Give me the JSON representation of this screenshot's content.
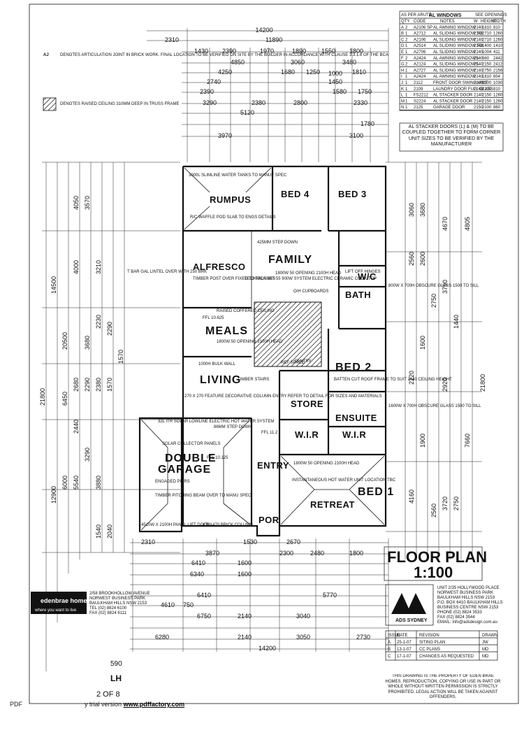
{
  "drawing": {
    "title": "FLOOR PLAN",
    "scale": "1:100",
    "overall_width": "14200",
    "overall_depth": "21800",
    "overall_depth_right": "21800",
    "page_label": "2 OF 8",
    "designer_initials": "LH",
    "ref_number": "590"
  },
  "rooms": [
    {
      "id": "rumpus",
      "label": "RUMPUS"
    },
    {
      "id": "bed4",
      "label": "BED 4"
    },
    {
      "id": "bed3",
      "label": "BED 3"
    },
    {
      "id": "family",
      "label": "FAMILY"
    },
    {
      "id": "alfresco",
      "label": "ALFRESCO"
    },
    {
      "id": "meals",
      "label": "MEALS"
    },
    {
      "id": "living",
      "label": "LIVING"
    },
    {
      "id": "bed2",
      "label": "BED 2"
    },
    {
      "id": "store",
      "label": "STORE"
    },
    {
      "id": "garage1",
      "label": "DOUBLE"
    },
    {
      "id": "garage2",
      "label": "GARAGE"
    },
    {
      "id": "entry",
      "label": "ENTRY"
    },
    {
      "id": "retreat",
      "label": "RETREAT"
    },
    {
      "id": "bed1",
      "label": "BED 1"
    },
    {
      "id": "bath",
      "label": "BATH"
    },
    {
      "id": "ensuite",
      "label": "ENSUITE"
    },
    {
      "id": "wc",
      "label": "W/C"
    },
    {
      "id": "wir1",
      "label": "W.I.R"
    },
    {
      "id": "wir2",
      "label": "W.I.R"
    },
    {
      "id": "pantry",
      "label": "PANTRY"
    },
    {
      "id": "por",
      "label": "POR"
    }
  ],
  "notes": {
    "articulation": "DENOTES ARTICULATION JOINT IN BRICK WORK. FINAL LOCATION TO BE VERIFIED ON SITE BY THE BUILDER IN ACCORDANCE WITH CLAUSE 3.3.1.8 OF THE BCA",
    "raised_ceiling": "DENOTES RAISED CEILING 310MM DEEP IN TRUSS FRAME",
    "water_tanks": "3000L SLIMLINE WATER TANKS TO MANUF SPEC",
    "waffle_slab": "R/C WAFFLE POD SLAB TO ENGS DETAILS",
    "step_down": "425MM STEP DOWN",
    "technica": "TECHNICA 9HT 55 900W SYSTEM ELECTRIC CERAMIC COOK TOP",
    "opening_family": "1800W 50 OPENING 2100H HEAD",
    "lift_off": "LIFT OFF HINGES",
    "cupboards": "O/H CUPBOARDS",
    "t_bar": "T BAR GAL LINTEL OVER WITH 250 BRK",
    "timber_post": "TIMBER POST OVER FIXED TO TRUSSES",
    "raised_coffered": "RAISED COFFERED CEILING",
    "opening_meals": "1800W 50 OPENING 2100H HEAD",
    "bulk_wall": "1000H BULK WALL",
    "timber_stairs": "TIMBER STAIRS",
    "column": "270 X 270 FEATURE DECORATIVE COLUMN ENTRY REFER TO DETAIL FOR SIZES AND MATERIALS",
    "solar": "32L ITR SOLAR LOWLINE ELECTRIC HOT WATER SYSTEM",
    "collector": "SOLAR COLLECTOR PANELS",
    "step_down_garage": "86MM STEP DOWN",
    "engaged_piers": "ENGAGED PIERS",
    "pitching_beam": "TIMBER PITCHING BEAM OVER TO MANU SPEC",
    "garage_door": "4510W X 2100H PANEL LIFT DOOR",
    "brick_column": "470X470 BRICK COLUMN",
    "opening_bed1": "1800W 50 OPENING 2100H HEAD",
    "instant_hot": "INSTANTANEOUS HOT WATER UNIT LOCATION TBC",
    "batten": "BATTEN CUT ROOF FRAME TO SUIT 2440 CEILING HEIGHT",
    "fridge": "REF SPACE",
    "sill_right_1": "800W X 700H OBSCURE GLASS 1500 TO SILL",
    "sill_right_2": "1600W X 700H OBSCURE GLASS 1500 TO SILL",
    "stacker_note": "AL STACKER DOORS (L) & (M) TO BE COUPLED TOGETHER TO FORM CORNER UNIT SIZES TO BE VERIFIED BY THE MANUFACTURER",
    "ffl_meals": "FFL 10.625",
    "ffl_garage": "FFL 10.125",
    "ffl_entry": "FFL 11.2"
  },
  "window_schedule": {
    "caption": "AS PER ARUTE",
    "heading": "AL WINDOWS",
    "sub": "SEE OPENINGS",
    "columns": [
      "QTY",
      "CODE",
      "NOTES",
      "W",
      "HEIGHT",
      "WIDTH"
    ],
    "rows": [
      [
        "A",
        "2",
        "A2106 SP",
        "AL AWNING WINDOW",
        "2140",
        "1810",
        "810"
      ],
      [
        "B",
        "1",
        "A2712",
        "AL SLIDING WINDOW TD",
        "2140",
        "2710",
        "1260"
      ],
      [
        "C",
        "2",
        "A2106",
        "AL SLIDING WINDOW",
        "2140",
        "2710",
        "1260"
      ],
      [
        "D",
        "1",
        "A2514",
        "AL SLIDING WINDOW TD",
        "2140",
        "1400",
        "1410"
      ],
      [
        "E",
        "1",
        "A2706",
        "AL SLIDING WINDOW",
        "2140",
        "1004",
        "411"
      ],
      [
        "F",
        "2",
        "A2424",
        "AL AWNING WINDOWS",
        "2140",
        "660",
        "2442"
      ],
      [
        "G",
        "2",
        "A2124",
        "AL SLIDING WINDOWS",
        "2140",
        "2150",
        "2412"
      ],
      [
        "H",
        "1",
        "A2727",
        "AL SLIDING WINDOW",
        "2140",
        "2750",
        "2156"
      ],
      [
        "I",
        "1",
        "A2424",
        "AL AWNING WINDOW",
        "2140",
        "1810",
        "854"
      ],
      [
        "J",
        "1",
        "2112",
        "FRONT DOOR SWING UNIT",
        "2140",
        "2100",
        "1030"
      ],
      [
        "K",
        "1",
        "2109",
        "LAUNDRY DOOR FULL GLASS",
        "2140",
        "2100",
        "810"
      ],
      [
        "L",
        "1",
        "FS2212",
        "AL STACKER DOOR",
        "2140",
        "2150",
        "1260"
      ],
      [
        "M",
        "1",
        "S2224",
        "AL STACKER DOOR",
        "2140",
        "2150",
        "1260"
      ],
      [
        "N",
        "1",
        "2125",
        "GARAGE DOOR",
        "2150",
        "2100",
        "860"
      ]
    ]
  },
  "dimensions": {
    "top": [
      "2310",
      "11890",
      "1430",
      "2390",
      "1970",
      "1890",
      "1550",
      "1800",
      "4850",
      "3060",
      "3480",
      "4250",
      "1680",
      "1250",
      "1810",
      "1000",
      "1450",
      "2740",
      "2390",
      "2380",
      "2800",
      "1580",
      "1750",
      "3290",
      "5120",
      "2330",
      "1780",
      "3970",
      "3100"
    ],
    "left": [
      "14500",
      "20500",
      "21800",
      "4050",
      "3570",
      "4000",
      "3210",
      "2290",
      "6450",
      "3680",
      "2290",
      "1570",
      "2230",
      "2680",
      "2380",
      "1570",
      "2440",
      "5540",
      "3290",
      "3880",
      "6000",
      "1540",
      "2040",
      "12900"
    ],
    "right": [
      "3060",
      "3680",
      "4670",
      "4805",
      "2560",
      "2600",
      "3790",
      "2750",
      "1440",
      "1600",
      "2220",
      "2920",
      "7660",
      "1900",
      "4160",
      "3720",
      "2750",
      "2560"
    ],
    "bottom": [
      "2310",
      "1530",
      "2670",
      "3870",
      "2300",
      "2480",
      "1800",
      "6410",
      "1600",
      "6340",
      "1600",
      "6410",
      "5770",
      "4610",
      "2140",
      "6280",
      "3040",
      "2140",
      "3050",
      "2730",
      "14200",
      "750",
      "6750"
    ]
  },
  "builder": {
    "name": "edenbrae homes",
    "tagline": "where you want to live",
    "address": [
      "2/58 BROOKHOLLOW AVENUE",
      "NORWEST BUSINESS PARK",
      "BAULKHAM HILLS NSW 2153"
    ],
    "tel": "TEL (02) 8824 6100",
    "fax": "FAX (02) 8824 6111"
  },
  "drafter": {
    "logo": "ADS SYDNEY",
    "lines": [
      "UNIT 2/35 HOLLYWOOD PLACE",
      "NORWEST BUSINESS PARK",
      "BAULKHAM HILLS NSW 2153",
      "P.O. BOX 6410 BAULKHAM HILLS",
      "BUSINESS CENTRE NSW 2153",
      "PHONE (02) 8824 3533",
      "FAX (02) 8824 3544",
      "EMAIL: info@adsdesign.com.au"
    ]
  },
  "revisions": {
    "headers": [
      "ISSUE",
      "DATE",
      "REVISION",
      "DRAWN"
    ],
    "rows": [
      [
        "A",
        "25-1-07",
        "SITING PLAN",
        "JW"
      ],
      [
        "B",
        "13-1-07",
        "CC PLANS",
        "MD"
      ],
      [
        "C",
        "17-1-07",
        "CHANGES AS REQUESTED",
        "MD"
      ]
    ]
  },
  "copyright": "THIS DRAWING IS THE PROPERTY OF EDEN BRAE HOMES. REPRODUCTION, COPYING OR USE IN PART OR WHOLE WITHOUT WRITTEN PERMISSION IS STRICTLY PROHIBITED. LEGAL ACTION WILL BE TAKEN AGAINST OFFENDERS.",
  "footer": {
    "prefix": "PDF",
    "text": "y trial version ",
    "link": "www.pdffactory.com"
  }
}
